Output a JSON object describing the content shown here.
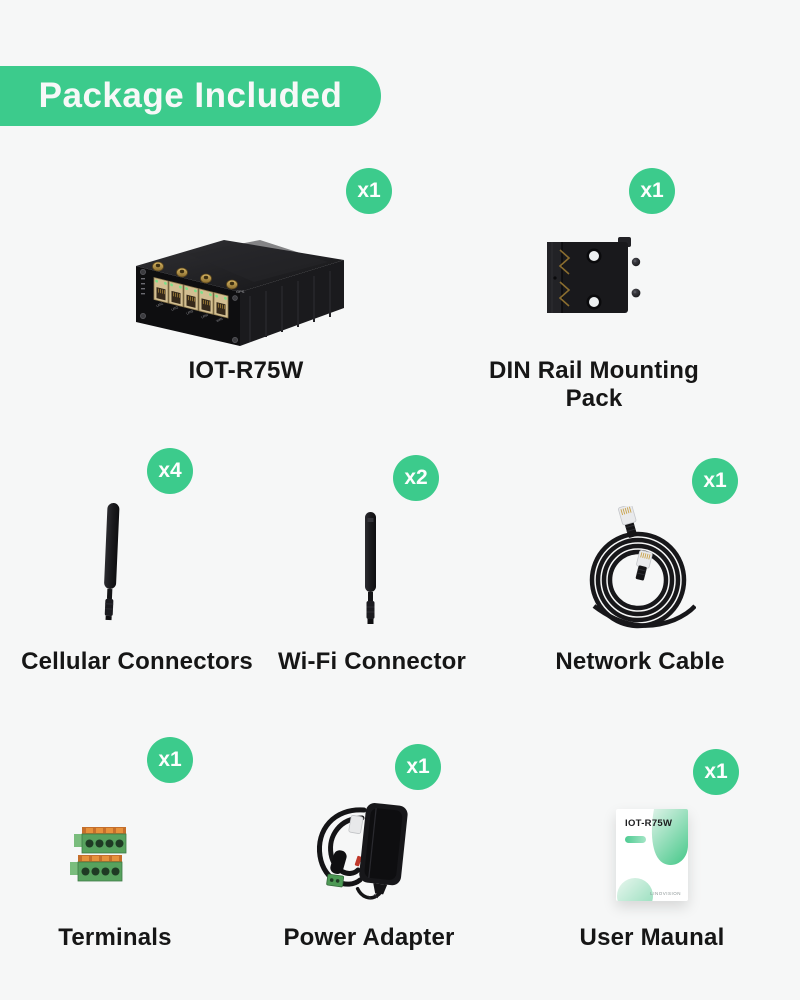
{
  "page": {
    "background": "#f6f7f7",
    "accent_green": "#3ccb8c",
    "label_color": "#161616"
  },
  "header": {
    "title": "Package Included"
  },
  "items": [
    {
      "name": "IOT-R75W",
      "qty": "x1"
    },
    {
      "name": "DIN Rail Mounting Pack",
      "qty": "x1"
    },
    {
      "name": "Cellular Connectors",
      "qty": "x4"
    },
    {
      "name": "Wi-Fi Connector",
      "qty": "x2"
    },
    {
      "name": "Network Cable",
      "qty": "x1"
    },
    {
      "name": "Terminals",
      "qty": "x1"
    },
    {
      "name": "Power Adapter",
      "qty": "x1"
    },
    {
      "name": "User Maunal",
      "qty": "x1"
    }
  ],
  "router_markings": {
    "gps_label": "GPS",
    "port_labels": [
      "LAN1",
      "LAN2",
      "LAN3",
      "LAN4",
      "WAN"
    ]
  },
  "manual_cover": {
    "title": "IOT-R75W",
    "brand": "LINOVISION"
  }
}
